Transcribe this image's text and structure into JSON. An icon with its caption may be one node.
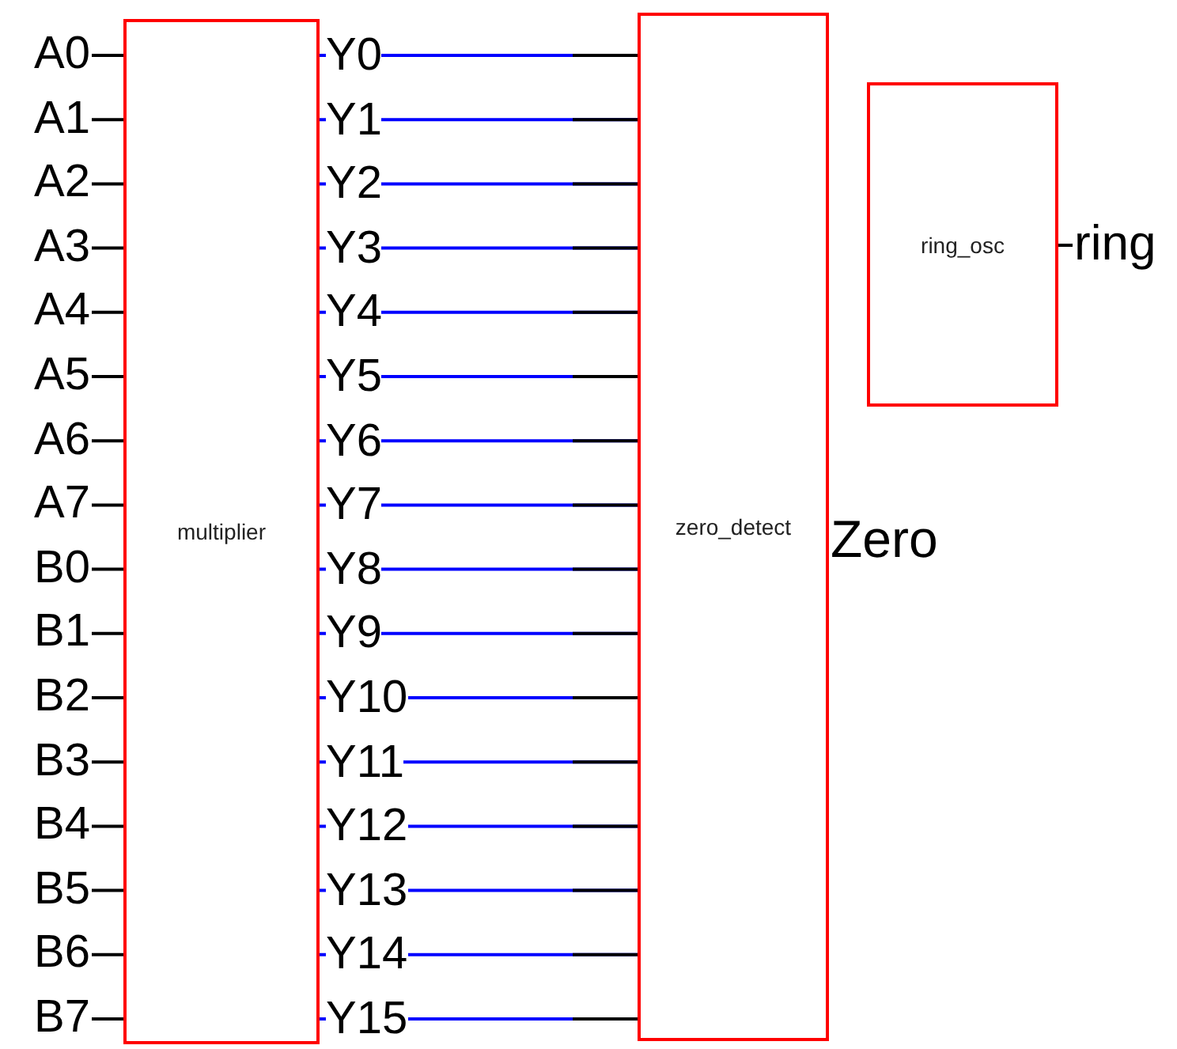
{
  "diagram": {
    "nodes": [
      {
        "text": [
          "multiplier"
        ]
      },
      {
        "text": [
          "zero_detect"
        ]
      },
      {
        "text": [
          "ring_osc"
        ]
      }
    ],
    "edges": [
      {
        "from": 0,
        "to": 1,
        "arrow": "none",
        "label": "Y0"
      },
      {
        "from": 0,
        "to": 1,
        "arrow": "none",
        "label": "Y1"
      },
      {
        "from": 0,
        "to": 1,
        "arrow": "none",
        "label": "Y2"
      },
      {
        "from": 0,
        "to": 1,
        "arrow": "none",
        "label": "Y3"
      },
      {
        "from": 0,
        "to": 1,
        "arrow": "none",
        "label": "Y4"
      },
      {
        "from": 0,
        "to": 1,
        "arrow": "none",
        "label": "Y5"
      },
      {
        "from": 0,
        "to": 1,
        "arrow": "none",
        "label": "Y6"
      },
      {
        "from": 0,
        "to": 1,
        "arrow": "none",
        "label": "Y7"
      },
      {
        "from": 0,
        "to": 1,
        "arrow": "none",
        "label": "Y8"
      },
      {
        "from": 0,
        "to": 1,
        "arrow": "none",
        "label": "Y9"
      },
      {
        "from": 0,
        "to": 1,
        "arrow": "none",
        "label": "Y10"
      },
      {
        "from": 0,
        "to": 1,
        "arrow": "none",
        "label": "Y11"
      },
      {
        "from": 0,
        "to": 1,
        "arrow": "none",
        "label": "Y12"
      },
      {
        "from": 0,
        "to": 1,
        "arrow": "none",
        "label": "Y13"
      },
      {
        "from": 0,
        "to": 1,
        "arrow": "none",
        "label": "Y14"
      },
      {
        "from": 0,
        "to": 1,
        "arrow": "none",
        "label": "Y15"
      }
    ],
    "labels": [
      "A0",
      "A1",
      "A2",
      "A3",
      "A4",
      "A5",
      "A6",
      "A7",
      "B0",
      "B1",
      "B2",
      "B3",
      "B4",
      "B5",
      "B6",
      "B7",
      "Zero",
      "ring"
    ]
  }
}
